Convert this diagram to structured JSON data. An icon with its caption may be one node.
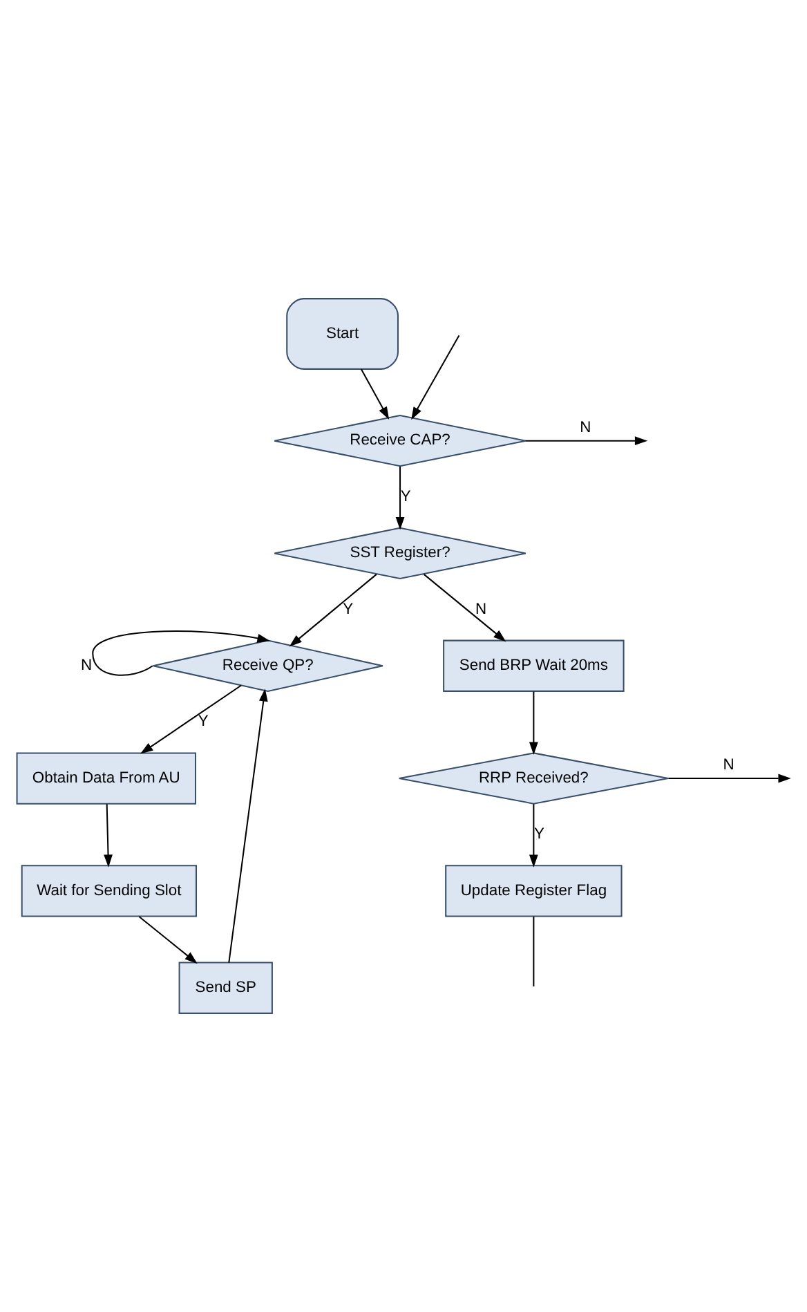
{
  "diagram": {
    "nodes": [
      {
        "text": [
          "Start"
        ]
      },
      {
        "text": [
          "Receive CAP?"
        ]
      },
      {
        "text": [
          "SST Register?"
        ]
      },
      {
        "text": [
          "Receive QP?"
        ]
      },
      {
        "text": [
          "Obtain Data From AU"
        ]
      },
      {
        "text": [
          "Wait for Sending Slot"
        ]
      },
      {
        "text": [
          "Send SP"
        ]
      },
      {
        "text": [
          "Send BRP Wait 20ms"
        ]
      },
      {
        "text": [
          "RRP Received?"
        ]
      },
      {
        "text": [
          "Update Register Flag"
        ]
      }
    ],
    "edges": [
      {
        "from": 0,
        "to": 1,
        "arrow": "to"
      },
      {
        "from": 1,
        "to": null,
        "arrow": "to",
        "label": "N"
      },
      {
        "from": null,
        "to": 1,
        "arrow": "to"
      },
      {
        "from": 1,
        "to": 2,
        "arrow": "to",
        "label": "Y"
      },
      {
        "from": 2,
        "to": 3,
        "arrow": "to",
        "label": "Y"
      },
      {
        "from": 3,
        "to": 3,
        "arrow": "to",
        "label": "N"
      },
      {
        "from": 3,
        "to": 4,
        "arrow": "to",
        "label": "Y"
      },
      {
        "from": 4,
        "to": 5,
        "arrow": "to"
      },
      {
        "from": 5,
        "to": 6,
        "arrow": "to"
      },
      {
        "from": 6,
        "to": 3,
        "arrow": "to"
      },
      {
        "from": 2,
        "to": 7,
        "arrow": "to",
        "label": "N"
      },
      {
        "from": 7,
        "to": 8,
        "arrow": "to"
      },
      {
        "from": 8,
        "to": null,
        "arrow": "to",
        "label": "N"
      },
      {
        "from": 8,
        "to": 9,
        "arrow": "to",
        "label": "Y"
      },
      {
        "from": 9,
        "to": null,
        "arrow": "none"
      }
    ]
  }
}
